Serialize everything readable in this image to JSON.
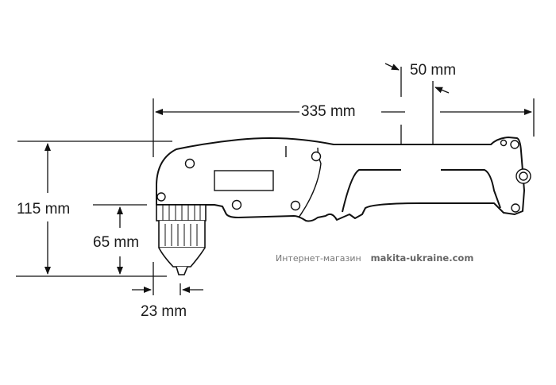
{
  "diagram": {
    "subject": "angle-drill-dimensions",
    "dimensions": {
      "total_length": "335 mm",
      "handle_offset": "50 mm",
      "total_height": "115 mm",
      "chuck_height": "65 mm",
      "chuck_offset": "23 mm"
    },
    "watermark": {
      "label": "Интернет-магазин",
      "site": "makita-ukraine.com"
    },
    "colors": {
      "line": "#111111",
      "background": "#ffffff",
      "watermark": "#777777"
    }
  }
}
